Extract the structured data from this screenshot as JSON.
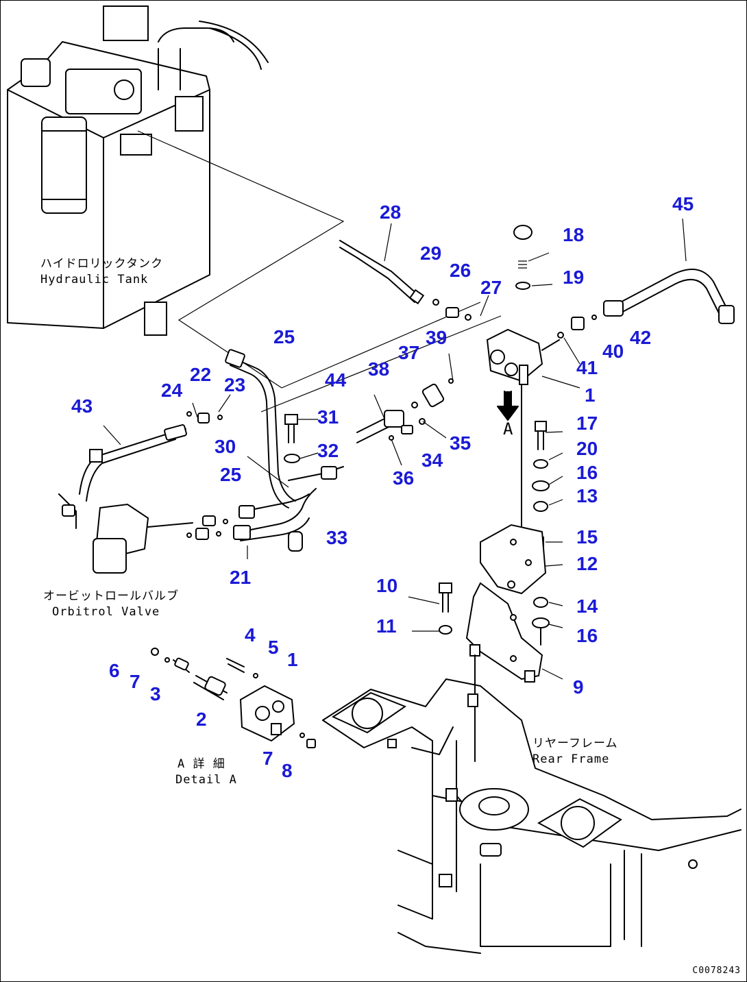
{
  "callouts": {
    "c1a": "1",
    "c1b": "1",
    "c2": "2",
    "c3": "3",
    "c4": "4",
    "c5": "5",
    "c6": "6",
    "c7a": "7",
    "c7b": "7",
    "c8": "8",
    "c9": "9",
    "c10": "10",
    "c11": "11",
    "c12": "12",
    "c13": "13",
    "c14": "14",
    "c15": "15",
    "c16a": "16",
    "c16b": "16",
    "c17": "17",
    "c18": "18",
    "c19": "19",
    "c20": "20",
    "c21": "21",
    "c22": "22",
    "c23": "23",
    "c24": "24",
    "c25a": "25",
    "c25b": "25",
    "c26": "26",
    "c27": "27",
    "c28": "28",
    "c29": "29",
    "c30": "30",
    "c31": "31",
    "c32": "32",
    "c33": "33",
    "c34": "34",
    "c35": "35",
    "c36": "36",
    "c37": "37",
    "c38": "38",
    "c39": "39",
    "c40": "40",
    "c41": "41",
    "c42": "42",
    "c43": "43",
    "c44": "44",
    "c45": "45"
  },
  "labels": {
    "tank_jp": "ハイドロリックタンク",
    "tank_en": "Hydraulic Tank",
    "orbit_jp": "オービットロールバルブ",
    "orbit_en": "Orbitrol Valve",
    "detail_jp": "A 詳 細",
    "detail_en": "Detail A",
    "frame_jp": "リヤーフレーム",
    "frame_en": "Rear Frame",
    "view_marker": "A"
  },
  "drawing_code": "C0078243",
  "colors": {
    "callout": "#1a1ad6",
    "line": "#000000"
  }
}
